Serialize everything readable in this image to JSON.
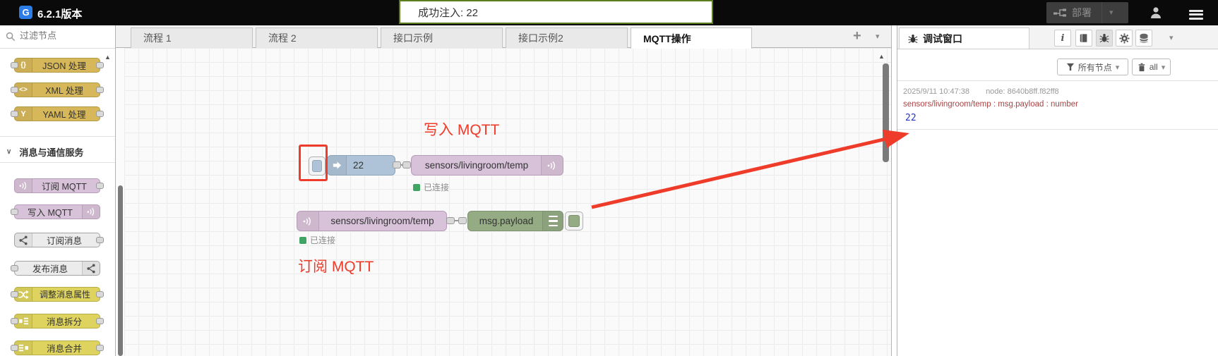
{
  "header": {
    "app_title": "6.2.1版本",
    "deploy_label": "部署",
    "notification": "成功注入: 22"
  },
  "palette": {
    "search_placeholder": "过滤节点",
    "section_header": "消息与通信服务",
    "items": [
      {
        "label": "JSON 处理"
      },
      {
        "label": "XML 处理"
      },
      {
        "label": "YAML 处理"
      },
      {
        "label": "订阅 MQTT"
      },
      {
        "label": "写入 MQTT"
      },
      {
        "label": "订阅消息"
      },
      {
        "label": "发布消息"
      },
      {
        "label": "调整消息属性"
      },
      {
        "label": "消息拆分"
      },
      {
        "label": "消息合并"
      }
    ]
  },
  "tabs": {
    "flow1": "流程 1",
    "flow2": "流程 2",
    "api1": "接口示例",
    "api2": "接口示例2",
    "mqtt": "MQTT操作",
    "active": "MQTT操作"
  },
  "canvas": {
    "inject": {
      "label": "22"
    },
    "mqtt_out": {
      "label": "sensors/livingroom/temp",
      "status": "已连接"
    },
    "mqtt_in": {
      "label": "sensors/livingroom/temp",
      "status": "已连接"
    },
    "debug": {
      "label": "msg.payload"
    },
    "annotations": {
      "write_mqtt": "写入 MQTT",
      "subscribe_mqtt": "订阅 MQTT"
    }
  },
  "sidebar": {
    "tab_title": "调试窗口",
    "filter_label": "所有节点",
    "clear_label": "all",
    "message": {
      "timestamp": "2025/9/11 10:47:38",
      "node": "node: 8640b8ff.f82ff8",
      "topic_meta": "sensors/livingroom/temp : msg.payload : number",
      "payload": "22"
    }
  },
  "colors": {
    "accent_red": "#ee3b2a",
    "status_green": "#40a465",
    "notification_border": "#5d7e1f",
    "inject_node": "#aec3d7",
    "mqtt_node": "#d8c2da",
    "debug_node": "#94ab84",
    "parser_node": "#d6b85a",
    "transform_node": "#ddd35e"
  }
}
